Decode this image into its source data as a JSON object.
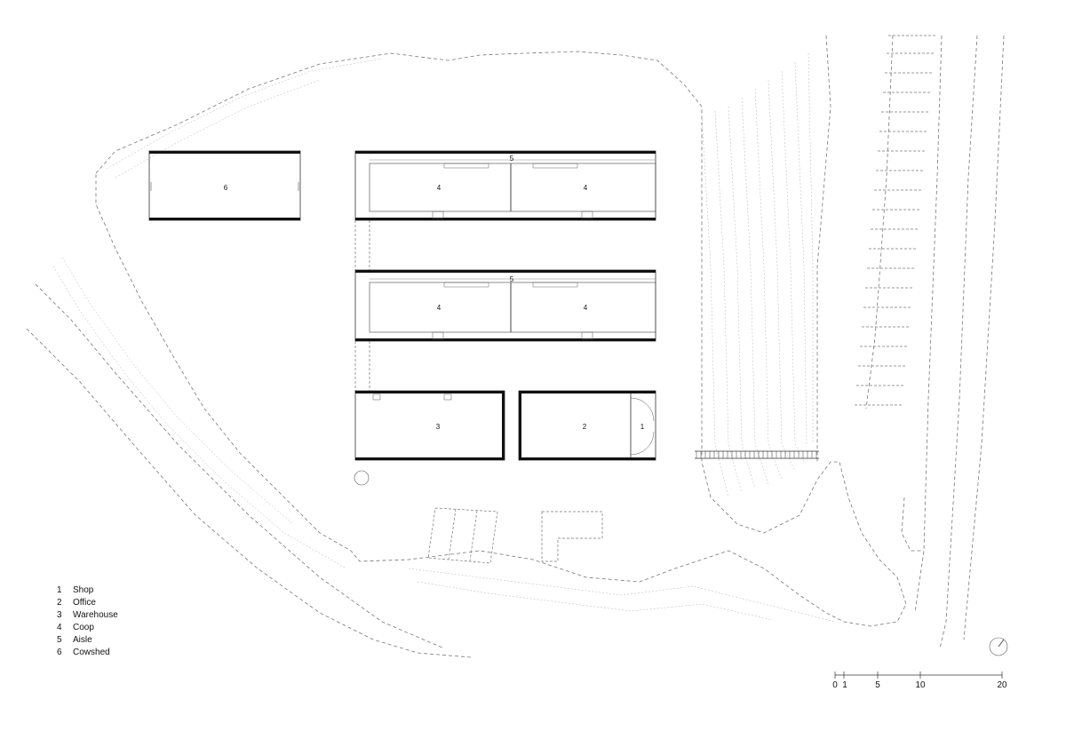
{
  "legend": [
    {
      "num": "1",
      "label": "Shop"
    },
    {
      "num": "2",
      "label": "Office"
    },
    {
      "num": "3",
      "label": "Warehouse"
    },
    {
      "num": "4",
      "label": "Coop"
    },
    {
      "num": "5",
      "label": "Aisle"
    },
    {
      "num": "6",
      "label": "Cowshed"
    }
  ],
  "room_labels": {
    "cowshed": "6",
    "aisle_top": "5",
    "coop_top_left": "4",
    "coop_top_right": "4",
    "aisle_mid": "5",
    "coop_mid_left": "4",
    "coop_mid_right": "4",
    "warehouse": "3",
    "office": "2",
    "shop": "1"
  },
  "scale_bar": {
    "labels": [
      "0",
      "1",
      "5",
      "10",
      "20"
    ]
  },
  "colors": {
    "wall": "#111111",
    "contour": "#9a9a9a",
    "dashed_boundary": "#777777"
  }
}
